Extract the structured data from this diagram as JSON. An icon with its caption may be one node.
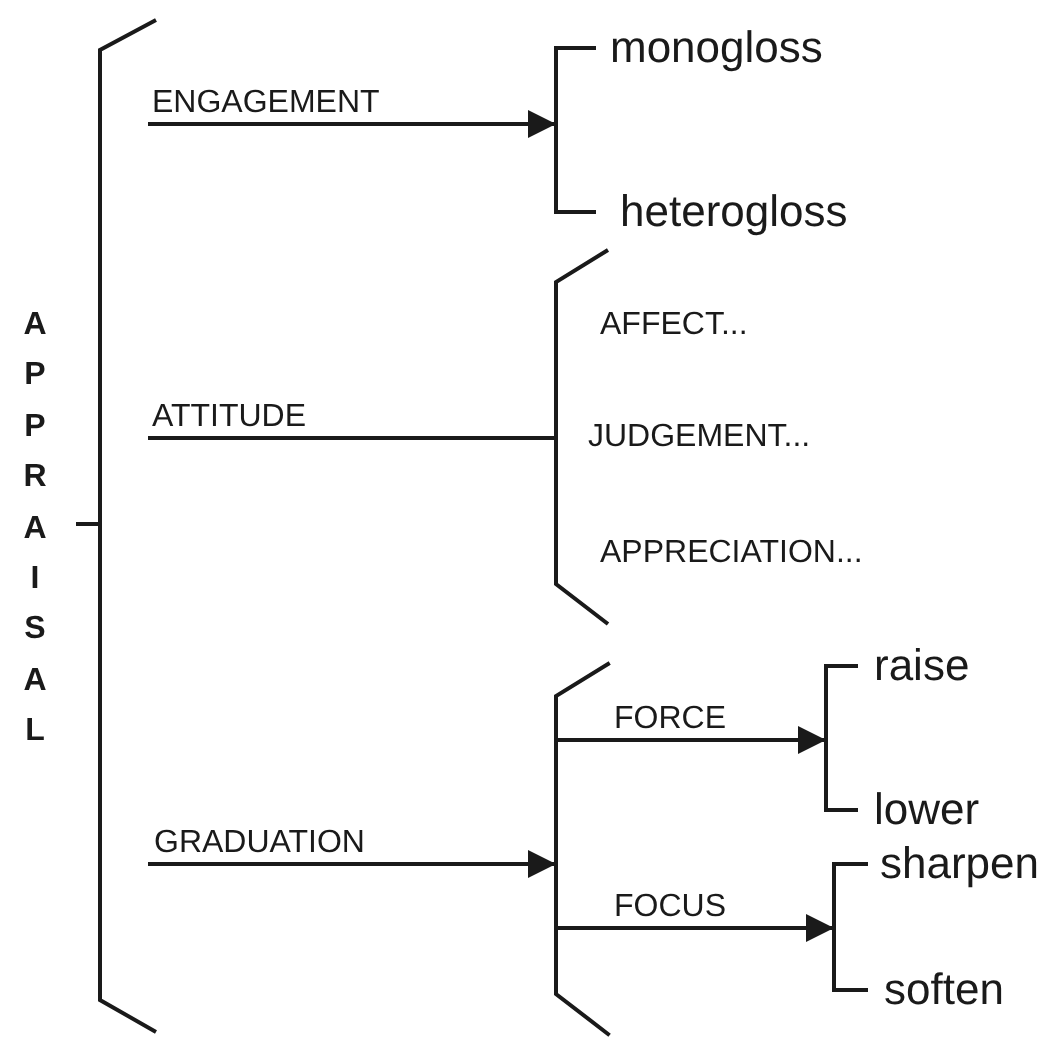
{
  "diagram": {
    "nodes": [
      {
        "text": [
          "APPRAISAL"
        ]
      },
      {
        "text": [
          "ENGAGEMENT"
        ]
      },
      {
        "text": [],
        "shape": "bracket"
      },
      {
        "text": [
          "monogloss"
        ]
      },
      {
        "text": [
          "heterogloss"
        ]
      },
      {
        "text": [
          "ATTITUDE"
        ]
      },
      {
        "text": [
          "AFFECT..."
        ]
      },
      {
        "text": [
          "JUDGEMENT..."
        ]
      },
      {
        "text": [
          "APPRECIATION..."
        ]
      },
      {
        "text": [
          "GRADUATION"
        ]
      },
      {
        "text": [],
        "shape": "bracket"
      },
      {
        "text": [
          "FORCE"
        ]
      },
      {
        "text": [],
        "shape": "bracket"
      },
      {
        "text": [
          "raise"
        ]
      },
      {
        "text": [
          "lower"
        ]
      },
      {
        "text": [
          "FOCUS"
        ]
      },
      {
        "text": [],
        "shape": "bracket"
      },
      {
        "text": [
          "sharpen"
        ]
      },
      {
        "text": [
          "soften"
        ]
      }
    ],
    "edges": [
      {
        "from": 0,
        "to": 1,
        "arrow": "none"
      },
      {
        "from": 0,
        "to": 5,
        "arrow": "none"
      },
      {
        "from": 0,
        "to": 9,
        "arrow": "none"
      },
      {
        "from": 1,
        "to": 2,
        "arrow": "to"
      },
      {
        "from": 2,
        "to": 3,
        "arrow": "none"
      },
      {
        "from": 2,
        "to": 4,
        "arrow": "none"
      },
      {
        "from": 5,
        "to": 6,
        "arrow": "none"
      },
      {
        "from": 5,
        "to": 7,
        "arrow": "none"
      },
      {
        "from": 5,
        "to": 8,
        "arrow": "none"
      },
      {
        "from": 9,
        "to": 10,
        "arrow": "to"
      },
      {
        "from": 10,
        "to": 11,
        "arrow": "none"
      },
      {
        "from": 10,
        "to": 15,
        "arrow": "none"
      },
      {
        "from": 11,
        "to": 12,
        "arrow": "to"
      },
      {
        "from": 12,
        "to": 13,
        "arrow": "none"
      },
      {
        "from": 12,
        "to": 14,
        "arrow": "none"
      },
      {
        "from": 15,
        "to": 16,
        "arrow": "to"
      },
      {
        "from": 16,
        "to": 17,
        "arrow": "none"
      },
      {
        "from": 16,
        "to": 18,
        "arrow": "none"
      }
    ]
  }
}
